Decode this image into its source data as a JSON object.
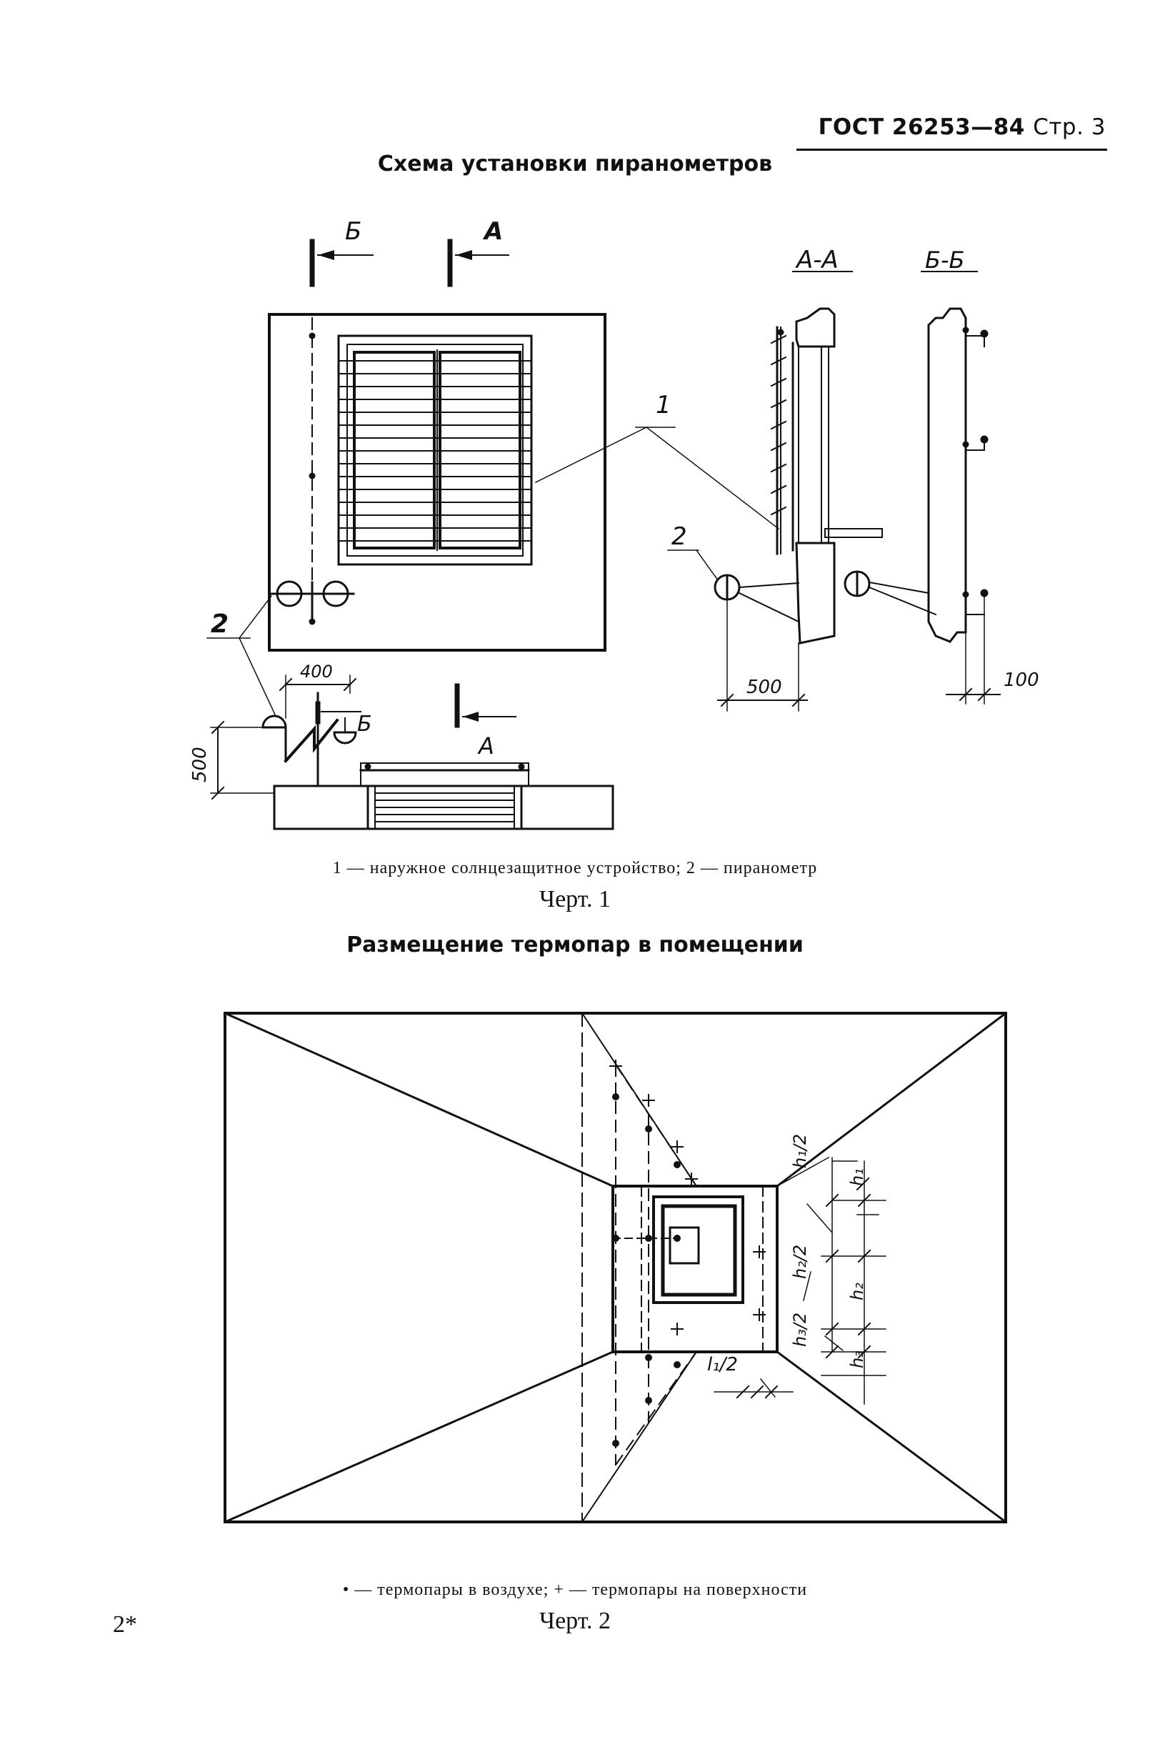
{
  "header": {
    "standard": "ГОСТ 26253—84",
    "page": "Стр. 3"
  },
  "figure1": {
    "title": "Схема установки пиранометров",
    "section_marks": {
      "b": "Б",
      "a": "А"
    },
    "section_titles": {
      "aa": "А-А",
      "bb": "Б-Б"
    },
    "callouts": {
      "one": "1",
      "two": "2"
    },
    "dimensions": {
      "d400": "400",
      "d500": "500",
      "d100": "100"
    },
    "caption": "1 — наружное солнцезащитное устройство; 2 — пиранометр",
    "label": "Черт. 1"
  },
  "figure2": {
    "title": "Размещение термопар в помещении",
    "dim_labels": {
      "h1_half": "h₁/2",
      "h1": "h₁",
      "h2_half": "h₂/2",
      "h2": "h₂",
      "h3_half": "h₃/2",
      "h3": "h₃",
      "l1_half": "l₁/2"
    },
    "caption": "• — термопары в воздухе; + — термопары на поверхности",
    "label": "Черт. 2"
  },
  "page_note": "2*"
}
